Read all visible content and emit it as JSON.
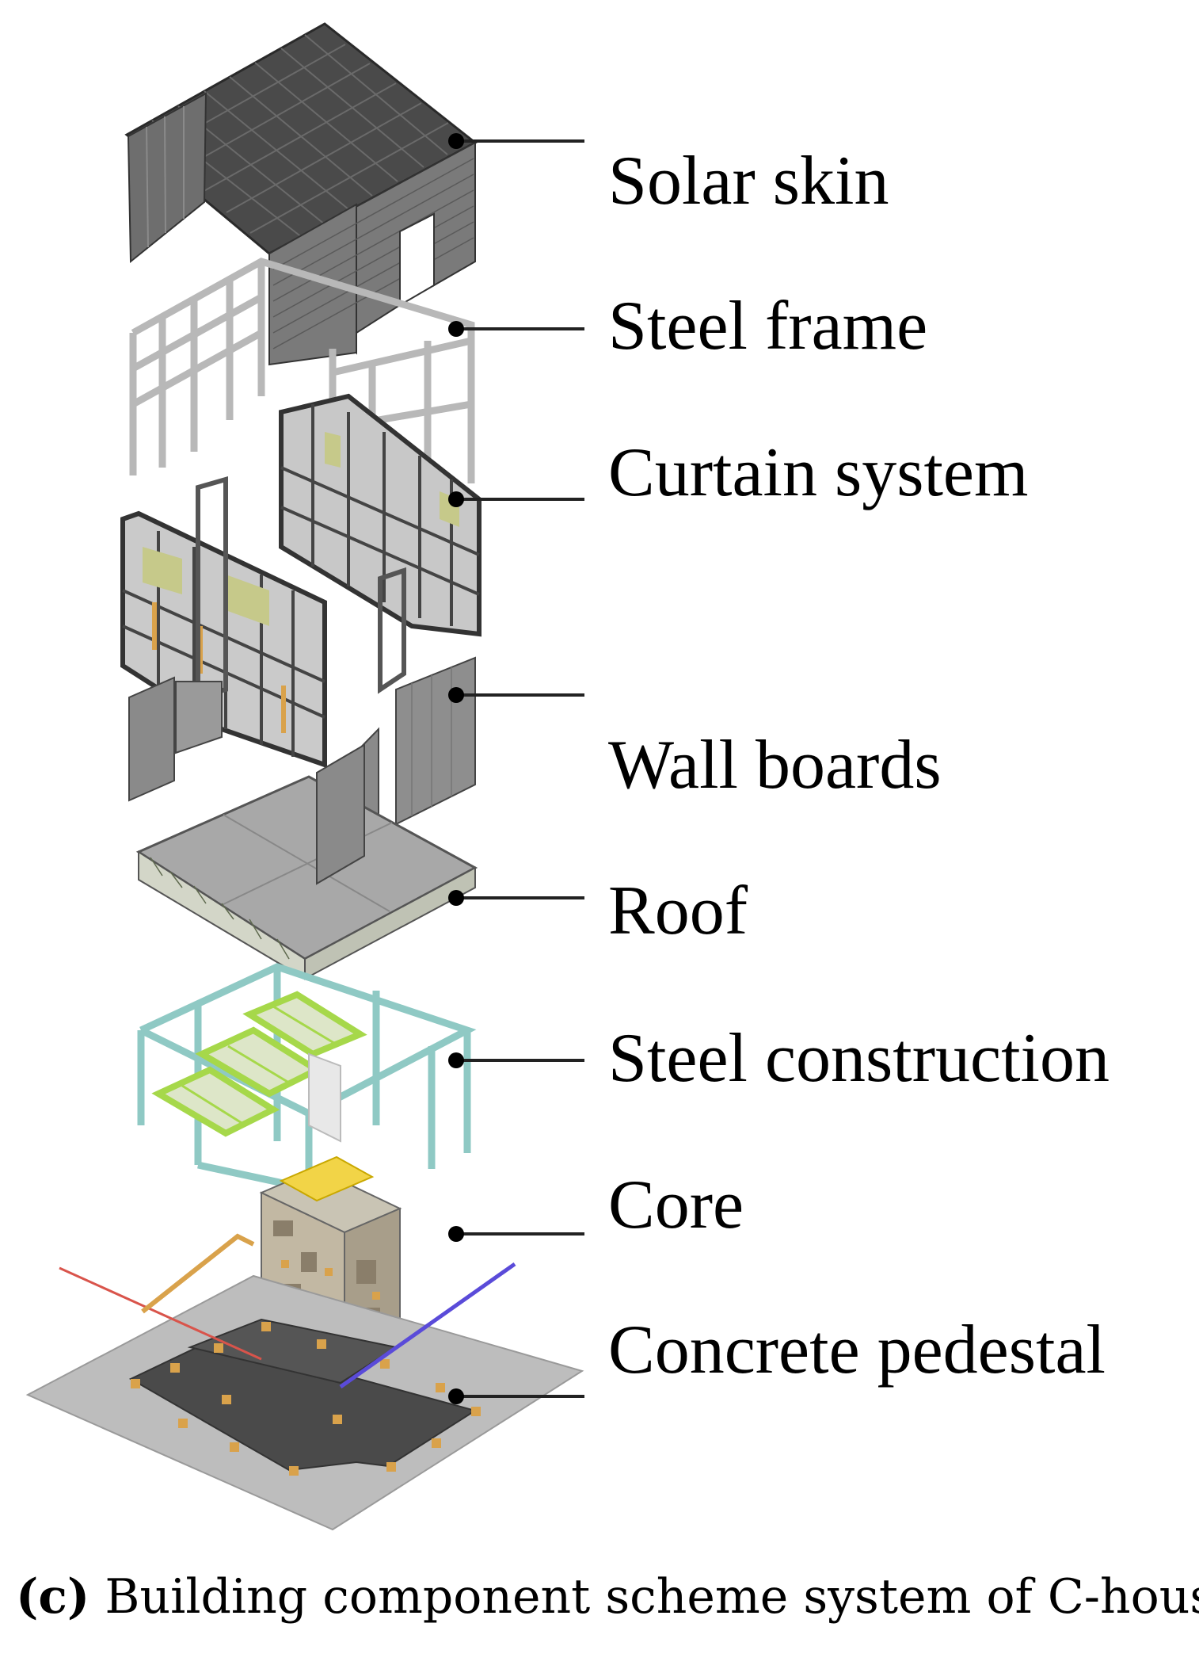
{
  "labels": [
    "Solar skin",
    "Steel frame",
    "Curtain system",
    "Wall boards",
    "Roof",
    "Steel construction",
    "Core",
    "Concrete pedestal"
  ],
  "caption": {
    "tag": "(c)",
    "text": "Building component scheme system of C-house"
  },
  "colors": {
    "leader": "#222222",
    "solar_panel": "#555555",
    "frame": "#cfcfcf",
    "steel_construction": "#8fc9c4",
    "green_beam": "#a6d84a",
    "concrete": "#4a4a4a",
    "base_plate": "#bdbdbd"
  }
}
